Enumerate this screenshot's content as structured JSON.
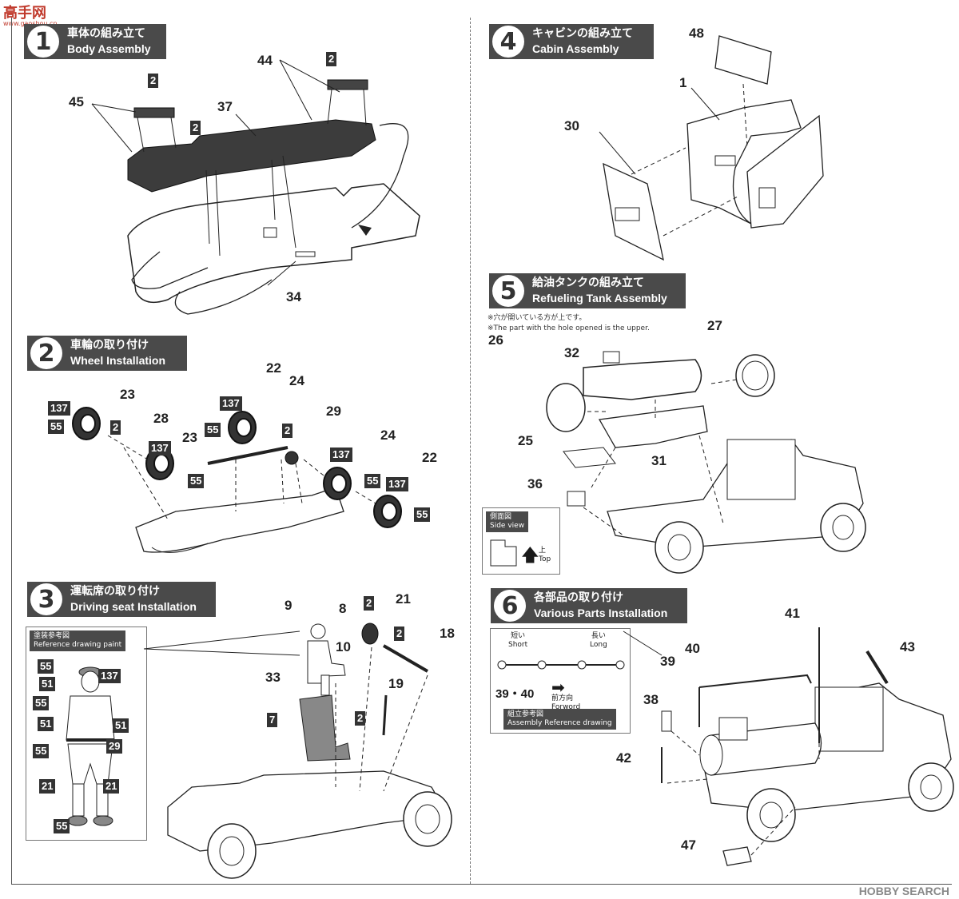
{
  "site_logo": {
    "text": "高手网",
    "sub": "www.gaoshou.cn"
  },
  "watermark": "HOBBY SEARCH",
  "steps": [
    {
      "num": "1",
      "jp": "車体の組み立て",
      "en": "Body Assembly"
    },
    {
      "num": "2",
      "jp": "車輪の取り付け",
      "en": "Wheel Installation"
    },
    {
      "num": "3",
      "jp": "運転席の取り付け",
      "en": "Driving seat Installation"
    },
    {
      "num": "4",
      "jp": "キャビンの組み立て",
      "en": "Cabin Assembly"
    },
    {
      "num": "5",
      "jp": "給油タンクの組み立て",
      "en": "Refueling Tank Assembly"
    },
    {
      "num": "6",
      "jp": "各部品の取り付け",
      "en": "Various Parts Installation"
    }
  ],
  "step1_labels": {
    "p45": "45",
    "p37": "37",
    "p44": "44",
    "p34": "34",
    "c2a": "2",
    "c2b": "2",
    "c2c": "2"
  },
  "step2_labels": {
    "p23a": "23",
    "p28": "28",
    "p22a": "22",
    "p24a": "24",
    "p29": "29",
    "p23b": "23",
    "p24b": "24",
    "p22b": "22",
    "c137a": "137",
    "c55a": "55",
    "c2a": "2",
    "c137b": "137",
    "c55b": "55",
    "c137c": "137",
    "c55c": "55",
    "c2b": "2",
    "c137d": "137",
    "c55d": "55",
    "c137e": "137",
    "c55e": "55"
  },
  "step3_labels": {
    "p9": "9",
    "p8": "8",
    "p10": "10",
    "p21": "21",
    "p18": "18",
    "p33": "33",
    "p19": "19",
    "c2a": "2",
    "c2b": "2",
    "c7": "7",
    "c2c": "2"
  },
  "step3_reference": {
    "jp": "塗装参考図",
    "en": "Reference drawing paint",
    "chips": [
      "55",
      "137",
      "51",
      "55",
      "51",
      "51",
      "55",
      "29",
      "21",
      "21",
      "55"
    ]
  },
  "step4_labels": {
    "p48": "48",
    "p1": "1",
    "p30": "30"
  },
  "step5_labels": {
    "p26": "26",
    "p32": "32",
    "p27": "27",
    "p25": "25",
    "p31": "31",
    "p36": "36"
  },
  "step5_notes": {
    "jp": "※穴が開いている方が上です。",
    "en": "※The part with the hole opened is the upper."
  },
  "step5_sideview": {
    "jp": "側面図",
    "en": "Side view",
    "top_jp": "上",
    "top_en": "Top"
  },
  "step6_labels": {
    "p41": "41",
    "p40": "40",
    "p39": "39",
    "p43": "43",
    "p38": "38",
    "p42": "42",
    "p47": "47"
  },
  "step6_reference": {
    "short_jp": "短い",
    "short_en": "Short",
    "long_jp": "長い",
    "long_en": "Long",
    "parts": "39・40",
    "forward_jp": "前方向",
    "forward_en": "Forword",
    "chip_jp": "組立参考図",
    "chip_en": "Assembly Reference drawing"
  }
}
